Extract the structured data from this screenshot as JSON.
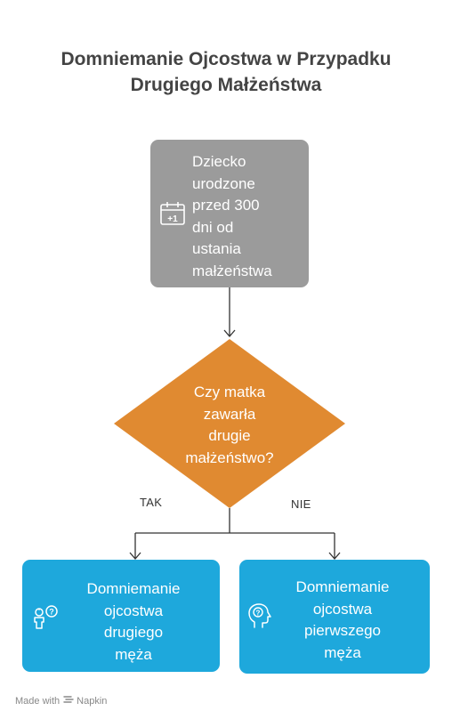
{
  "title": {
    "line1": "Domniemanie Ojcostwa w Przypadku",
    "line2": "Drugiego Małżeństwa"
  },
  "start_node": {
    "lines": [
      "Dziecko",
      "urodzone",
      "przed 300",
      "dni od",
      "ustania",
      "małżeństwa"
    ],
    "icon": "calendar-plus-one-icon",
    "color": "#9b9b9b"
  },
  "decision": {
    "lines": [
      "Czy matka",
      "zawarła",
      "drugie",
      "małżeństwo?"
    ],
    "color": "#e08a31"
  },
  "branches": {
    "yes_label": "TAK",
    "no_label": "NIE"
  },
  "outcome_yes": {
    "lines": [
      "Domniemanie",
      "ojcostwa",
      "drugiego",
      "męża"
    ],
    "icon": "people-question-icon",
    "color": "#1ea8dc"
  },
  "outcome_no": {
    "lines": [
      "Domniemanie",
      "ojcostwa",
      "pierwszego",
      "męża"
    ],
    "icon": "head-question-icon",
    "color": "#1ea8dc"
  },
  "footer": {
    "made_with": "Made with",
    "brand": "Napkin"
  }
}
